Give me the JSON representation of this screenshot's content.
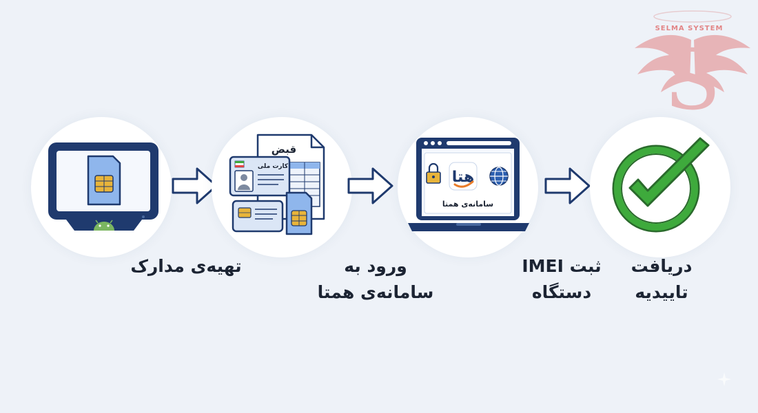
{
  "steps": [
    {
      "label_line1": "تهیه‌ی مدارک",
      "label_line2": ""
    },
    {
      "label_line1": "ورود به",
      "label_line2": "سامانه‌ی همتا"
    },
    {
      "label_line1": "ثبت IMEI",
      "label_line2": "دستگاه"
    },
    {
      "label_line1": "دریافت",
      "label_line2": "تاییدیه"
    }
  ],
  "documents": {
    "receipt_title": "قبض",
    "id_card_title": "کارت ملی"
  },
  "portal": {
    "logo_text": "هتا",
    "caption": "سامانه‌ی همتا"
  },
  "watermark": {
    "text": "SELMA SYSTEM",
    "monogram": "S"
  },
  "icons": {
    "step1": "tablet-sim-icon",
    "step2": "documents-icon",
    "step3": "laptop-portal-icon",
    "step4": "check-circle-icon",
    "arrows": "arrow-right-icon"
  },
  "colors": {
    "background": "#eef2f8",
    "navy": "#1f3a6e",
    "sim_blue": "#8fb6ec",
    "chip_gold": "#e8b43a",
    "success_green": "#3eaa3c",
    "android_green": "#7bb661",
    "watermark_red": "#e06a6a"
  }
}
